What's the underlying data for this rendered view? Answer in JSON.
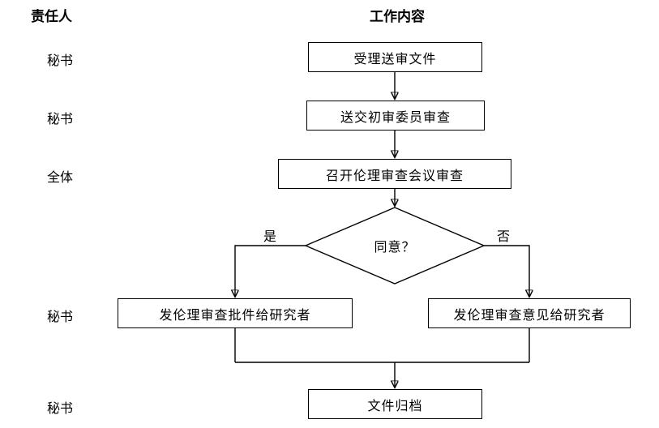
{
  "headers": {
    "responsible": "责任人",
    "work": "工作内容"
  },
  "roles": [
    {
      "label": "秘书"
    },
    {
      "label": "秘书"
    },
    {
      "label": "全体"
    },
    {
      "label": "秘书"
    },
    {
      "label": "秘书"
    }
  ],
  "flow": {
    "step1": "受理送审文件",
    "step2": "送交初审委员审查",
    "step3": "召开伦理审查会议审查",
    "decision": "同意？",
    "yes": "是",
    "no": "否",
    "approve": "发伦理审查批件给研究者",
    "opinion": "发伦理审查意见给研究者",
    "archive": "文件归档"
  },
  "colors": {
    "line": "#000000",
    "background": "#ffffff"
  }
}
